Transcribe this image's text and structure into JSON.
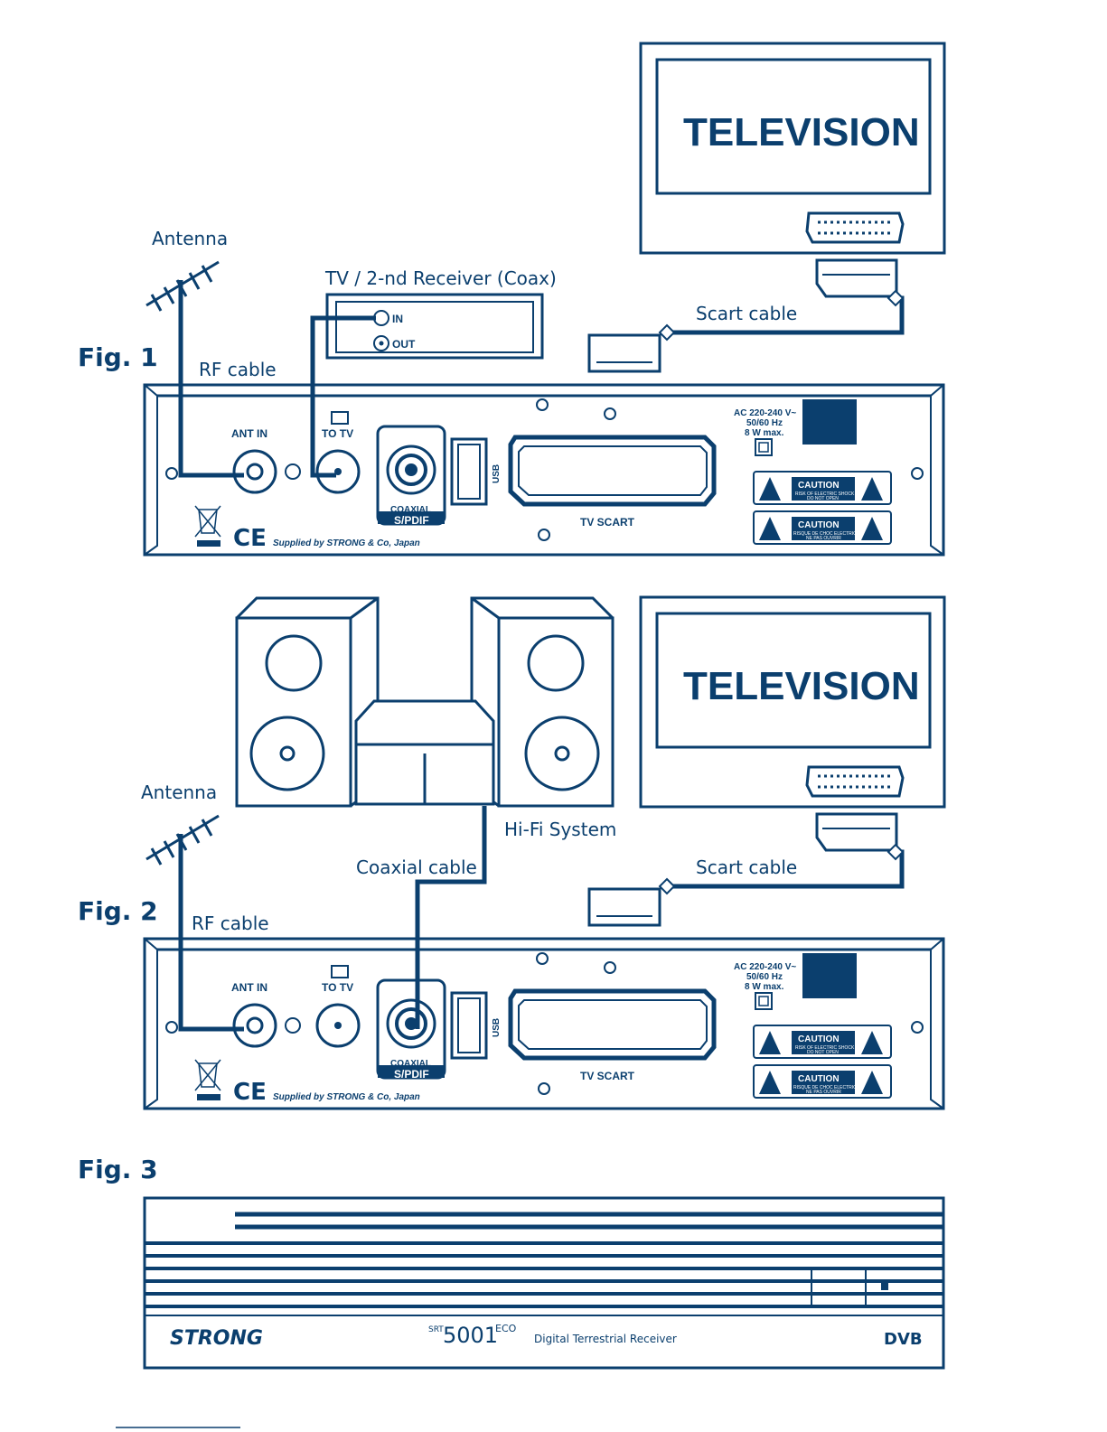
{
  "fig1": {
    "label": "Fig. 1",
    "antenna_label": "Antenna",
    "rf_cable_label": "RF cable",
    "receiver2_label": "TV / 2-nd Receiver (Coax)",
    "receiver2_in": "IN",
    "receiver2_out": "OUT",
    "scart_cable_label": "Scart cable",
    "tv_label": "TELEVISION"
  },
  "fig2": {
    "label": "Fig. 2",
    "antenna_label": "Antenna",
    "rf_cable_label": "RF cable",
    "coaxial_cable_label": "Coaxial cable",
    "hifi_label": "Hi-Fi System",
    "scart_cable_label": "Scart cable",
    "tv_label": "TELEVISION"
  },
  "fig3": {
    "label": "Fig. 3",
    "brand": "STRONG",
    "model_prefix": "SRT",
    "model_number": "5001",
    "model_suffix": "ECO",
    "product_desc": "Digital Terrestrial Receiver",
    "dvb_logo": "DVB"
  },
  "rear_panel": {
    "ant_in": "ANT IN",
    "to_tv": "TO TV",
    "coaxial": "COAXIAL",
    "spdif": "S/PDIF",
    "usb": "USB",
    "tv_scart": "TV SCART",
    "power_line1": "AC 220-240 V~",
    "power_line2": "50/60 Hz",
    "power_line3": "8 W max.",
    "caution1_title": "CAUTION",
    "caution1_l1": "RISK OF ELECTRIC SHOCK",
    "caution1_l2": "DO NOT OPEN",
    "caution2_title": "CAUTION",
    "caution2_l1": "RISQUE DE CHOC ELECTRIQUE",
    "caution2_l2": "NE PAS OUVRIR",
    "ce_mark": "CE",
    "supplied_by": "Supplied by STRONG & Co, Japan"
  },
  "colors": {
    "ink": "#0b3f6e",
    "background": "#ffffff"
  }
}
